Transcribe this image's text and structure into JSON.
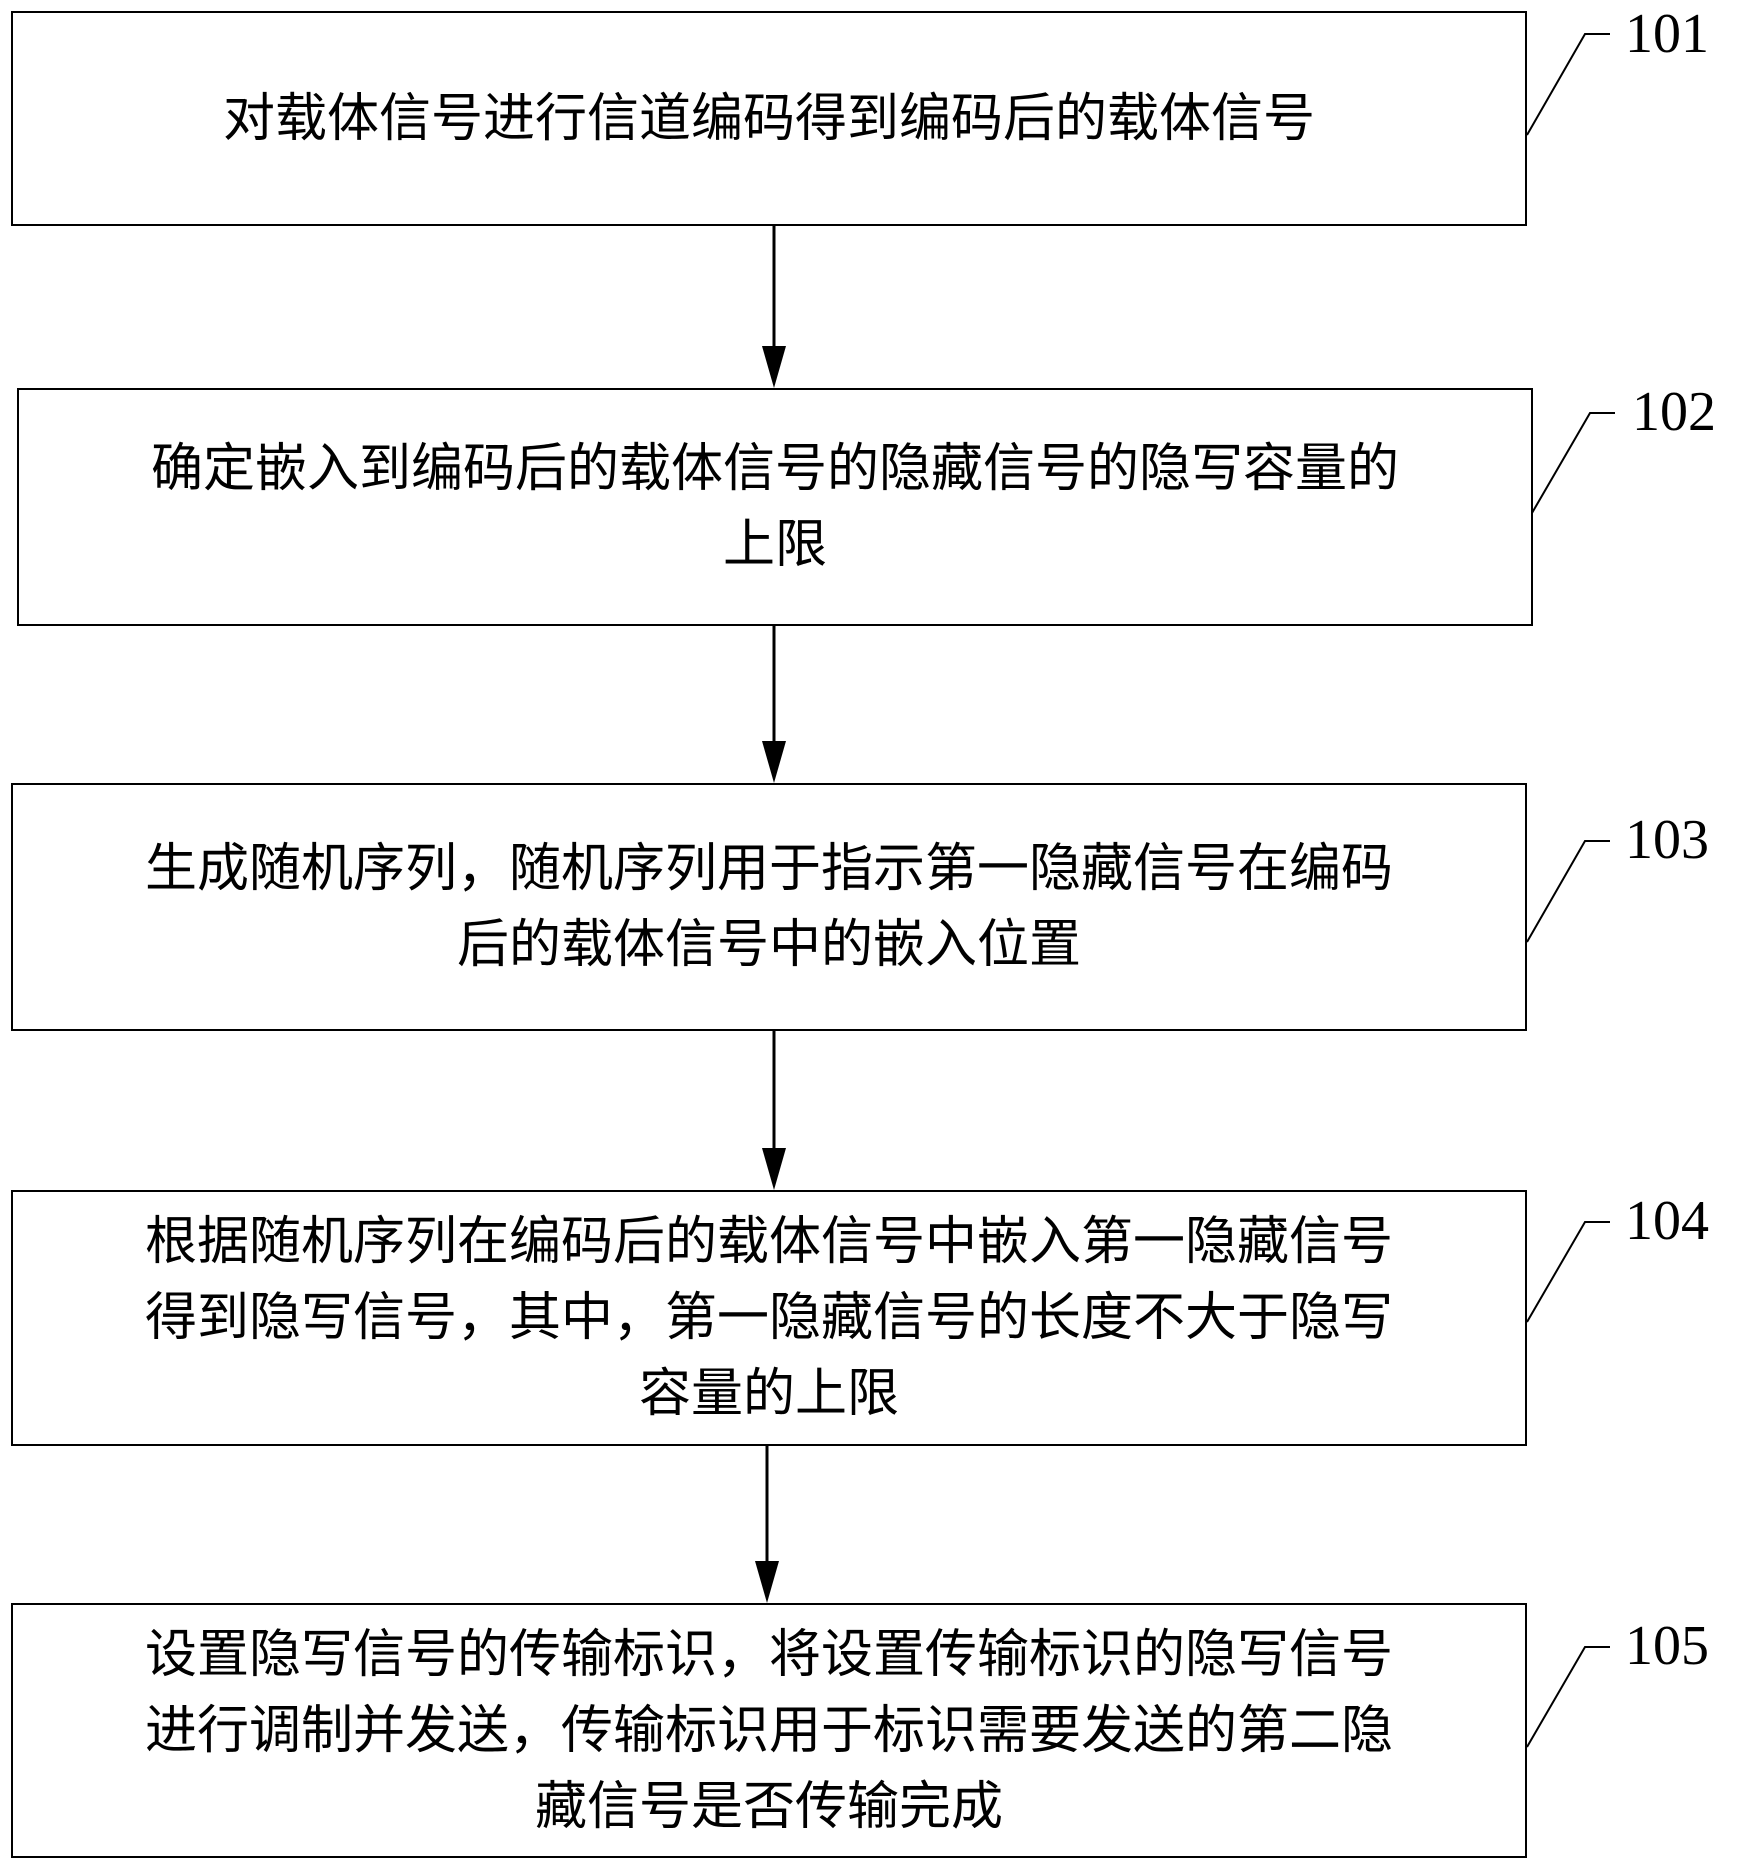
{
  "flowchart": {
    "steps": [
      {
        "number": "101",
        "lines": [
          "对载体信号进行信道编码得到编码后的载体信号"
        ]
      },
      {
        "number": "102",
        "lines": [
          "确定嵌入到编码后的载体信号的隐藏信号的隐写容量的",
          "上限"
        ]
      },
      {
        "number": "103",
        "lines": [
          "生成随机序列，随机序列用于指示第一隐藏信号在编码",
          "后的载体信号中的嵌入位置"
        ]
      },
      {
        "number": "104",
        "lines": [
          "根据随机序列在编码后的载体信号中嵌入第一隐藏信号",
          "得到隐写信号，其中，第一隐藏信号的长度不大于隐写",
          "容量的上限"
        ]
      },
      {
        "number": "105",
        "lines": [
          "设置隐写信号的传输标识，将设置传输标识的隐写信号",
          "进行调制并发送，传输标识用于标识需要发送的第二隐",
          "藏信号是否传输完成"
        ]
      }
    ]
  },
  "colors": {
    "stroke": "#000000",
    "background": "#ffffff"
  }
}
